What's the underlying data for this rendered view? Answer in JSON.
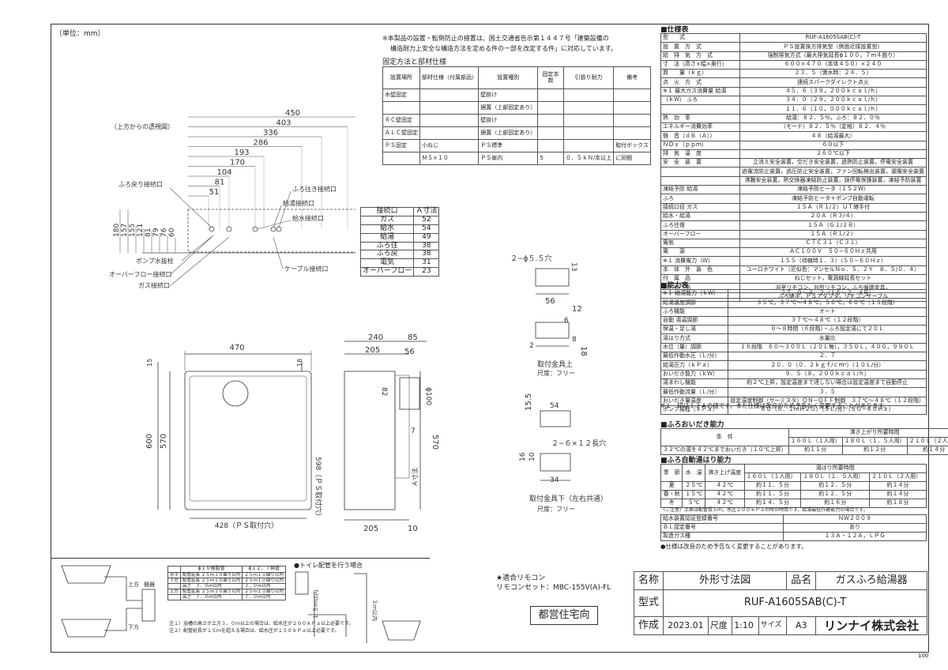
{
  "unit_label": "〔単位：mm〕",
  "top_view_label": "（上方からの透視図）",
  "notice": {
    "line1": "※本製品の設置・転倒防止の措置は、国土交通省告示第１４４７号「建築設備の",
    "line2": "構造耐力上安全な構造方法を定める件の一部を改定する件」に対応しています。"
  },
  "fixing": {
    "title": "固定方法と部材仕様",
    "headers": [
      "設置場所",
      "部材仕様（付属部品）",
      "設置種別",
      "固定本数",
      "引張り耐力",
      "備考"
    ],
    "rows": [
      [
        "木壁固定",
        "",
        "壁掛け",
        "",
        "",
        ""
      ],
      [
        "",
        "",
        "据置（上部固定あり）",
        "",
        "",
        ""
      ],
      [
        "ＲＣ壁固定",
        "",
        "壁掛け",
        "",
        "",
        ""
      ],
      [
        "ＡＬＣ壁固定",
        "",
        "据置（上部固定あり）",
        "",
        "",
        ""
      ],
      [
        "ＰＳ固定",
        "小ねじ",
        "ＰＳ標準",
        "",
        "",
        "取付ボックス"
      ],
      [
        "",
        "Ｍ５×１０",
        "ＰＳ扉内",
        "5",
        "０．５ｋＮ/本以上",
        "に同梱"
      ]
    ]
  },
  "top_dims": [
    "450",
    "403",
    "336",
    "286",
    "193",
    "170",
    "104",
    "81",
    "51"
  ],
  "side_dims": [
    "180",
    "157",
    "155",
    "121",
    "81",
    "79",
    "76",
    "60"
  ],
  "labels": {
    "furo_return": "ふろ戻り接続口",
    "furo_out": "ふろ往き接続口",
    "hot_supply": "給湯接続口",
    "water_supply": "給水接続口",
    "pump_drain": "ポンプ水抜栓",
    "overflow": "オーバーフロー接続口",
    "gas": "ガス接続口",
    "cable": "ケーブル接続口"
  },
  "conn_table": {
    "headers": [
      "接続口",
      "Ａ寸法"
    ],
    "rows": [
      [
        "ガス",
        "52"
      ],
      [
        "給水",
        "54"
      ],
      [
        "給湯",
        "49"
      ],
      [
        "ふろ往",
        "38"
      ],
      [
        "ふろ戻",
        "38"
      ],
      [
        "電気",
        "31"
      ],
      [
        "オーバーフロー",
        "23"
      ]
    ]
  },
  "front_dims": {
    "w470": "470",
    "h600": "600",
    "h570": "570",
    "w428": "428（ＰＳ取付穴）",
    "d15": "15",
    "d18": "18"
  },
  "side_view_dims": {
    "d240": "240",
    "d85": "85",
    "d205": "205",
    "d56": "56",
    "d82": "82",
    "d100": "ϕ100",
    "d7": "7",
    "d570": "570",
    "d598": "598（ＰＳ取付穴）",
    "d205b": "205",
    "d10": "10",
    "a": "Ａ寸法"
  },
  "bracket1": {
    "holes": "２−ϕ５.５穴",
    "d13": "13",
    "d56": "56",
    "d12": "12",
    "d6": "6",
    "d18": "18",
    "d8": "8",
    "d2": "2",
    "title": "取付金具上",
    "scale": "尺度：フリー"
  },
  "bracket2": {
    "d155": "15.5",
    "d54": "54",
    "slots": "２−６×１２長穴",
    "d16": "16",
    "d10": "10",
    "d34": "34",
    "title": "取付金具下（左右共通）",
    "scale": "尺度：フリー"
  },
  "remote": {
    "line1": "★適合リモコン",
    "line2": "リモコンセット：MBC-155V(A)-FL"
  },
  "housing_stamp": "都営住宅向",
  "piping": {
    "headers": [
      "",
      "ϕ１０樹脂管",
      "ϕ１２．７銅管"
    ],
    "rows": [
      [
        "水平",
        "配管延長 ２５ｍ１０曲り以内",
        "２５ｍ１０曲り以内"
      ],
      [
        "下方",
        "配管延長 ２５ｍ１０曲り以内",
        "２５ｍ１０曲り以内"
      ],
      [
        "",
        "高さ　３．０ｍ以内",
        "３．０ｍ以内"
      ],
      [
        "上方",
        "配管延長 ２５ｍ１０曲り以内",
        "２５ｍ１０曲り以内"
      ],
      [
        "",
        "高さ　７．０ｍ以内",
        "７．０ｍ以内"
      ]
    ],
    "note1": "注１）浴槽の高さが上方３．０ｍ以上の場合は、給水圧が２００ｋＰａ以上必要です。",
    "note2": "注２）配管延長が１５ｍを超える場合は、給水圧が１５０ｋＰａ以上必要です。",
    "toilet": "●トイレ配管を行う場合",
    "label_unit": "機器",
    "label_up": "上方",
    "label_down": "下方",
    "label_15": "１.５ｍ以内",
    "label_3m": "３ｍ以内"
  },
  "spec": {
    "title": "■仕様表",
    "rows": [
      [
        "型　　式",
        "RUF-A1605SAB(C)-T"
      ],
      [
        "設　置　方　式",
        "ＰＳ設置後方排気型（側面近接設置型）"
      ],
      [
        "給　排　気　方　式",
        "強制排気方式（最大排気延長ϕ１００，７ｍ４曲り）"
      ],
      [
        "寸　法（高さ×幅×奥行）",
        "６００×４７０（本体４５０）×２４０"
      ],
      [
        "質　　量（ｋｇ）",
        "２３．５（満水時：２４．５）"
      ],
      [
        "点　火　方　式",
        "連続スパークダイレクト点火"
      ],
      [
        "※１ 最大ガス消費量 給湯",
        "４５．６（３９，２００ｋｃａｌ/ｈ）"
      ],
      [
        "（ｋＷ） ふろ",
        "３４．０（２９，２００ｋｃａｌ/ｈ）"
      ],
      [
        "",
        "１１．６（１０，０００ｋｃａｌ/ｈ）"
      ],
      [
        "熱　効　率",
        "給湯：８２．５％，ふろ：８２．０％"
      ],
      [
        "エネルギー消費効率",
        "（モード）８２．５％（定格）８２．４％"
      ],
      [
        "騒　音（ｄＢ（Ａ））",
        "４８（給湯最大）"
      ],
      [
        "ＮＯｘ（ｐｐｍ）",
        "６０以下"
      ],
      [
        "排　気　温　度",
        "２６０℃以下"
      ],
      [
        "安　全　装　置",
        "立消え安全装置，空だき安全装置，過熱防止装置，停電安全装置"
      ],
      [
        "",
        "過電流防止装置，過圧防止安全装置，ファン回転検出装置，漏電安全装置"
      ],
      [
        "",
        "沸騰安全装置，熱交換器凍結防止装置，誤停電保護装置，凍結予防装置"
      ],
      [
        "凍結予防 給湯",
        "凍結予防ヒータ（１５２Ｗ）"
      ],
      [
        "ふろ",
        "凍結予防ヒータ＋ポンプ自動運転"
      ],
      [
        "接続口径 ガス",
        "１５Ａ（Ｒ１/２）ＵＴ継手付"
      ],
      [
        "給水・給湯",
        "２０Ａ（Ｒ３/４）"
      ],
      [
        "ふろ往復",
        "１５Ａ（Ｇ１/２Ｂ）"
      ],
      [
        "オーバーフロー",
        "１５Ａ（Ｒ１/２）"
      ],
      [
        "電気",
        "ＣＴＣ３１（Ｃ３１）"
      ],
      [
        "電　　源",
        "ＡＣ１００Ｖ　５０−６０Ｈｚ共用"
      ],
      [
        "※１ 消費電力（Ｗ）",
        "１５５（待機時１．３）（５０−６０Ｈｚ）"
      ],
      [
        "本　体　外　装　色",
        "ユーロホワイト（近似色：マンセルＮｏ．５．２Ｙ　８．５/０．４）"
      ],
      [
        "付　属　品",
        "ねじセット，電源線延長セット"
      ],
      [
        "別　売　品",
        "浴室リモコン，台所リモコン，ふろ循環金具，"
      ],
      [
        "",
        "ふろ継手，ＰＳアダプタ，リモコンケーブル"
      ]
    ]
  },
  "perf": {
    "title": "■能力表",
    "rows": [
      [
        "※１ 給湯能力（ｋＷ）",
        "２７．９〜４．２（１６〜２．４号）"
      ],
      [
        "給湯温度調節",
        "３５℃，３７℃〜４８℃，５０℃，６０℃（１５段階）"
      ],
      [
        "ふろ機能",
        "オート"
      ],
      [
        "自動 湯温調節",
        "３７℃〜４８℃（１２段階）"
      ],
      [
        "保温・足し湯",
        "０〜８時間（６段階）・ふろ設定湯にて２０Ｌ"
      ],
      [
        "湯はり方式",
        "水量比"
      ],
      [
        "水位（量）調節",
        "１６段階　６０〜３００Ｌ（２０Ｌ毎），３５０Ｌ，４００，９９０Ｌ"
      ],
      [
        "最低作動水圧（Ｌ/分）",
        "２．７"
      ],
      [
        "給湯圧力（ｋＰａ）",
        "２０．０（０．２ｋｇｆ/ｃｍ²）（１０Ｌ/分）"
      ],
      [
        "おいだき能力（ｋＷ）",
        "９．５（８，２００ｋｃａｌ/ｈ）"
      ],
      [
        "湯まわし機能",
        "約２℃上昇，設定温度まで達しない場合は設定温度まで自動停止"
      ],
      [
        "最低作動流量（Ｌ/分）",
        "３．５"
      ],
      [
        "おいだき量温度",
        "設定温度制御（サーミスタ）ＯＮ−ＯＦＦ制御　３７℃〜４８℃（１２段階）"
      ],
      [
        "ポンプ揚程（ｋＰａ）",
        "６０（６．１ｍＨ２０）（５Ｌ/分）（５０−６０Ｈｚ）"
      ]
    ],
    "note": "※１　印は１３Ａの値です。また仕様は改良のため予告なく変更することがあります。"
  },
  "reheat": {
    "title": "■ふろおいだき能力",
    "headers": [
      "条　件",
      "沸き上がり所要時間"
    ],
    "subheaders": [
      "１６０Ｌ（１人用）",
      "１８０Ｌ（１．５人用）",
      "２１０Ｌ（２人用）"
    ],
    "row": [
      "３２℃の湯を４２℃までおいだき（１０℃上昇）",
      "約１１分",
      "約１２分",
      "約１４分"
    ]
  },
  "autofill": {
    "title": "■ふろ自動湯はり能力",
    "headers": [
      "季　節",
      "水　温",
      "沸き上げ温度",
      "湯はり所要時間"
    ],
    "subheaders": [
      "１６０Ｌ（１人用）",
      "１８０Ｌ（１．５人用）",
      "２１０Ｌ（２人用）"
    ],
    "rows": [
      [
        "夏",
        "２５℃",
        "４２℃",
        "約１１．５分",
        "約１２．５分",
        "約１４分"
      ],
      [
        "春・秋",
        "１５℃",
        "４２℃",
        "約１１．５分",
        "約１２．５分",
        "約１４分"
      ],
      [
        "冬",
        "５℃",
        "４２℃",
        "約１４．５分",
        "約１６分",
        "約１８分"
      ]
    ],
    "note": "（ご注意）上表は配管長５ｍ，水圧２００ｋＰａの時の時間です。給湯最低作動能力の場合です。"
  },
  "cert": {
    "rows": [
      [
        "給水装置認証登録番号",
        "ＮＷ２００９"
      ],
      [
        "ＢＬ認定番号",
        "あり"
      ],
      [
        "製造ガス種",
        "１３Ａ・１２Ａ，ＬＰＧ"
      ]
    ],
    "note": "●仕様は改良のため予告なく変更することがあります。"
  },
  "title_block": {
    "name_label": "名称",
    "name_value": "外形寸法図",
    "product_label": "品名",
    "product_value": "ガスふろ給湯器",
    "model_label": "型式",
    "model_value": "RUF-A1605SAB(C)-T",
    "made_label": "作成",
    "date": "2023.01",
    "scale_label": "尺度",
    "scale_value": "1:10",
    "size_label": "サイズ",
    "size_value": "A3",
    "company": "リンナイ株式会社",
    "page_no": "100"
  }
}
